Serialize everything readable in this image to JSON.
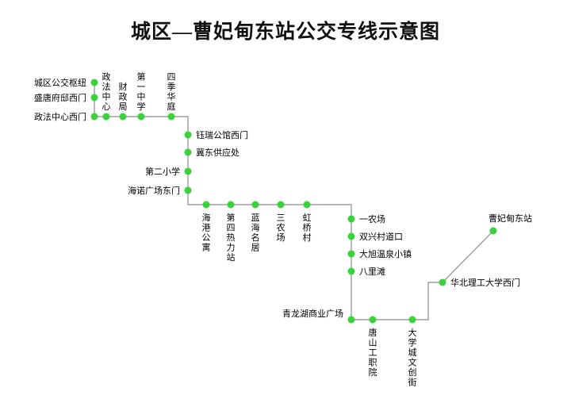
{
  "title": "城区—曹妃甸东站公交专线示意图",
  "colors": {
    "station_dot": "#38d338",
    "route_line": "#8a8a8a",
    "label_text": "#000000",
    "background": "#ffffff"
  },
  "route": {
    "stations": [
      "城区公交枢纽",
      "盛唐府邸西门",
      "政法中心西门",
      "政法中心",
      "财政局",
      "第一中学",
      "四季华庭",
      "钰瑞公馆西门",
      "冀东供应处",
      "第二小学",
      "海诺广场东门",
      "海港公寓",
      "第四热力站",
      "蓝海名居",
      "三农场",
      "虹桥村",
      "一农场",
      "双兴村道口",
      "大旭温泉小镇",
      "八里滩",
      "青龙湖商业广场",
      "唐山工职院",
      "大学城文创街",
      "华北理工大学西门",
      "曹妃甸东站"
    ]
  }
}
